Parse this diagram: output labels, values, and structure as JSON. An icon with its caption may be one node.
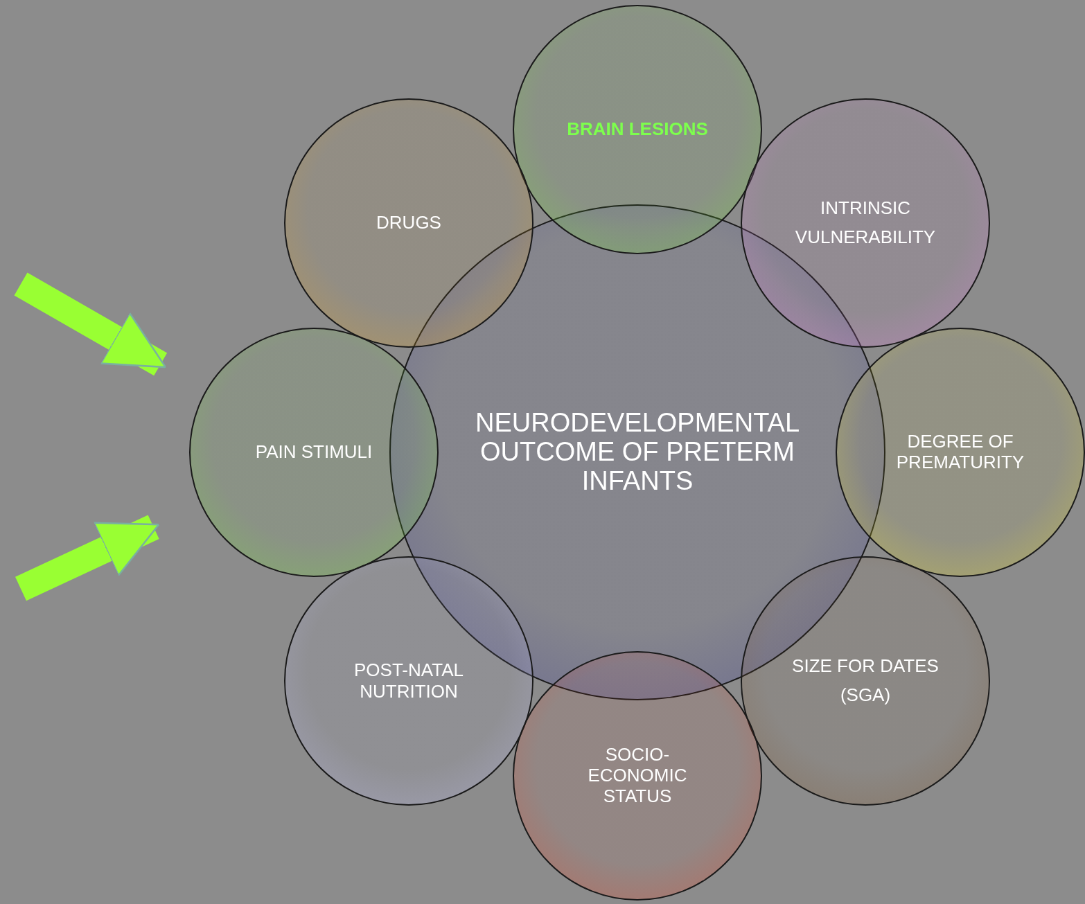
{
  "diagram": {
    "nodes": [
      {
        "text": [
          "BRAIN LESIONS"
        ]
      },
      {
        "text": [
          "DRUGS"
        ]
      },
      {
        "text": [
          "INTRINSIC VULNERABILITY"
        ]
      },
      {
        "text": [
          "NEURODEVELOPMENTAL OUTCOME OF PRETERM INFANTS"
        ]
      },
      {
        "text": [
          "PAIN STIMULI"
        ]
      },
      {
        "text": [
          "DEGREE OF PREMATURITY"
        ]
      },
      {
        "text": [
          "POST-NATAL NUTRITION"
        ]
      },
      {
        "text": [
          "SIZE FOR DATES (SGA)"
        ]
      },
      {
        "text": [
          "SOCIO-ECONOMIC STATUS"
        ]
      }
    ],
    "edges": [
      {
        "from": null,
        "to": 4,
        "arrow": "to"
      },
      {
        "from": null,
        "to": 4,
        "arrow": "to"
      }
    ]
  }
}
